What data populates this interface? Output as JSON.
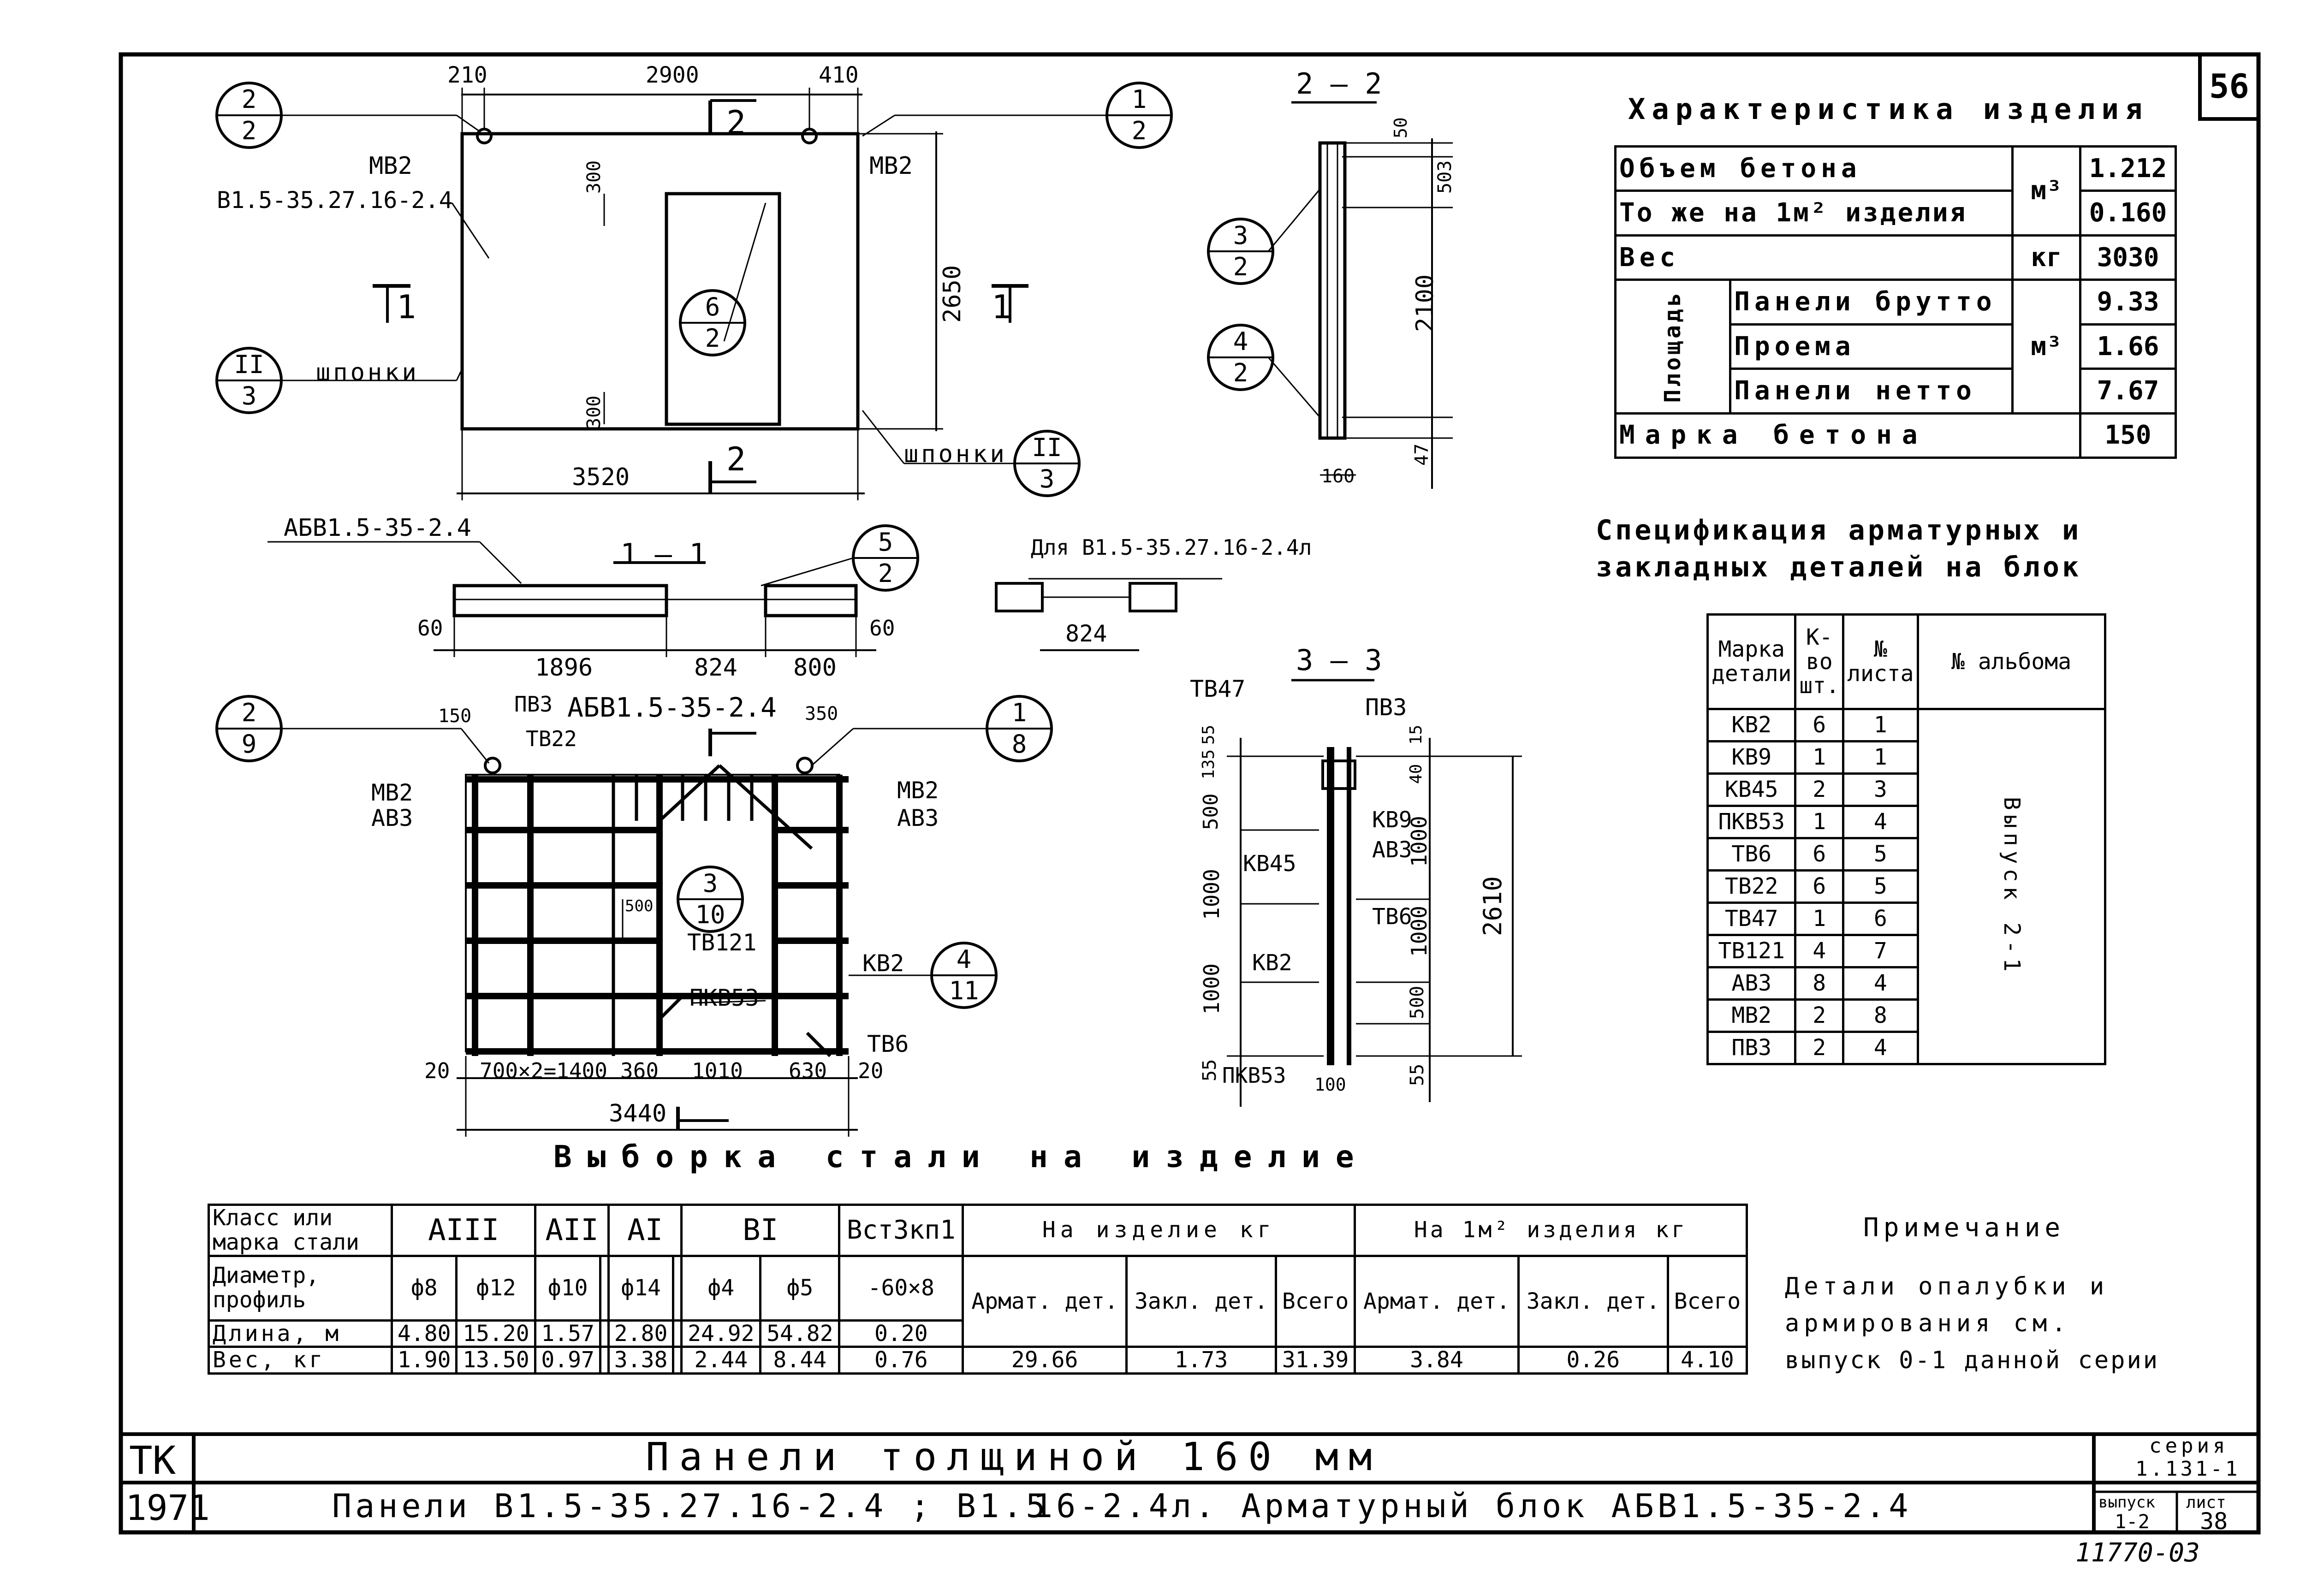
{
  "sheet_number": "56",
  "archive_number": "11770-03",
  "title_block": {
    "org": "ТК",
    "year": "1971",
    "main_title": "Панели толщиной 160 мм",
    "subtitle_left": "Панели В1.5-35.27.16-2.4 ; В1.5",
    "subtitle_right": "16-2.4л. Арматурный блок АБВ1.5-35-2.4",
    "series_label": "серия",
    "series_value": "1.131-1",
    "issue_label": "выпуск",
    "issue_value": "1-2",
    "sheet_label": "лист",
    "sheet_value": "38"
  },
  "characteristics": {
    "title": "Характеристика изделия",
    "rows": [
      {
        "label": "Объем бетона",
        "unit": "м³",
        "value": "1.212"
      },
      {
        "label": "То же на 1м² изделия",
        "unit": "",
        "value": "0.160"
      },
      {
        "label": "Вес",
        "unit": "кг",
        "value": "3030"
      },
      {
        "label": "Панели брутто",
        "unit": "",
        "value": "9.33"
      },
      {
        "label": "Проема",
        "unit": "м³",
        "value": "1.66"
      },
      {
        "label": "Панели нетто",
        "unit": "",
        "value": "7.67"
      },
      {
        "label": "Марка бетона",
        "unit": "",
        "value": "150"
      }
    ],
    "area_group_label": "Площадь"
  },
  "specification": {
    "title_line1": "Спецификация арматурных и",
    "title_line2": "закладных деталей на блок",
    "headers": [
      "Марка детали",
      "К-во шт.",
      "№ листа",
      "№ альбома"
    ],
    "album": "Выпуск 2-1",
    "rows": [
      [
        "КВ2",
        "6",
        "1"
      ],
      [
        "КВ9",
        "1",
        "1"
      ],
      [
        "КВ45",
        "2",
        "3"
      ],
      [
        "ПКВ53",
        "1",
        "4"
      ],
      [
        "ТВ6",
        "6",
        "5"
      ],
      [
        "ТВ22",
        "6",
        "5"
      ],
      [
        "ТВ47",
        "1",
        "6"
      ],
      [
        "ТВ121",
        "4",
        "7"
      ],
      [
        "АВ3",
        "8",
        "4"
      ],
      [
        "МВ2",
        "2",
        "8"
      ],
      [
        "ПВ3",
        "2",
        "4"
      ]
    ]
  },
  "steel": {
    "title": "Выборка стали на изделие",
    "h_class": "Класс или марка стали",
    "h_diam": "Диаметр, профиль",
    "h_len": "Длина, м",
    "h_weight": "Вес, кг",
    "classes": [
      "АIII",
      "АII",
      "АI",
      "ВI",
      "Вст3кп1"
    ],
    "per_item": "На изделие кг",
    "per_m2": "На 1м² изделия кг",
    "sub_armat": "Армат. дет.",
    "sub_zakl": "Закл. дет.",
    "sub_total": "Всего",
    "diameters": [
      "ф8",
      "ф12",
      "ф10",
      "",
      "ф14",
      "",
      "ф4",
      "ф5",
      "-60×8"
    ],
    "lengths": [
      "4.80",
      "15.20",
      "1.57",
      "",
      "2.80",
      "",
      "24.92",
      "54.82",
      "0.20"
    ],
    "weights": [
      "1.90",
      "13.50",
      "0.97",
      "",
      "3.38",
      "",
      "2.44",
      "8.44",
      "0.76"
    ],
    "totals": [
      "29.66",
      "1.73",
      "31.39",
      "3.84",
      "0.26",
      "4.10"
    ]
  },
  "note": {
    "title": "Примечание",
    "lines": [
      "Детали опалубки и",
      "армирования см.",
      "выпуск 0-1 данной серии"
    ]
  },
  "drawing_labels": {
    "dims_top": [
      "210",
      "2900",
      "410"
    ],
    "dim_bottom": "3520",
    "dim_height": "2650",
    "dim_300a": "300",
    "dim_300b": "300",
    "mark_mb2": "МВ2",
    "panel_code": "В1.5-35.27.16-2.4",
    "keys": "шпонки",
    "sec1": "1",
    "sec2": "2",
    "sec22": "2 – 2",
    "sec11": "1 – 1",
    "sec33": "3 – 3",
    "d50": "50",
    "d503": "503",
    "d2100": "2100",
    "d47": "47",
    "d160": "160",
    "block_code": "АБВ1.5-35-2.4",
    "dims_11": [
      "60",
      "1896",
      "824",
      "800",
      "60"
    ],
    "for_l": "Для В1.5-35.27.16-2.4л",
    "d824": "824",
    "d150": "150",
    "d350": "350",
    "pv3": "ПВ3",
    "tv22": "ТВ22",
    "ab3": "АВ3",
    "tv121": "ТВ121",
    "kv2": "КВ2",
    "pkv53": "ПКВ53",
    "tv6": "ТВ6",
    "d500": "500",
    "dims_bottom_block": [
      "20",
      "700×2=1400",
      "360",
      "1010",
      "630",
      "20"
    ],
    "d3440": "3440",
    "tv47": "ТВ47",
    "kv9": "КВ9",
    "kv45": "КВ45",
    "d2610": "2610",
    "left_33": [
      "55",
      "135",
      "500",
      "1000",
      "1000",
      "55"
    ],
    "right_33": [
      "15",
      "40",
      "1000",
      "1000",
      "500",
      "55"
    ],
    "d100": "100",
    "callouts": [
      {
        "n": "2",
        "d": "2"
      },
      {
        "n": "1",
        "d": "2"
      },
      {
        "n": "6",
        "d": "2"
      },
      {
        "n": "II",
        "d": "3"
      },
      {
        "n": "II",
        "d": "3"
      },
      {
        "n": "3",
        "d": "2"
      },
      {
        "n": "4",
        "d": "2"
      },
      {
        "n": "5",
        "d": "2"
      },
      {
        "n": "2",
        "d": "9"
      },
      {
        "n": "1",
        "d": "8"
      },
      {
        "n": "3",
        "d": "10"
      },
      {
        "n": "4",
        "d": "11"
      }
    ]
  }
}
